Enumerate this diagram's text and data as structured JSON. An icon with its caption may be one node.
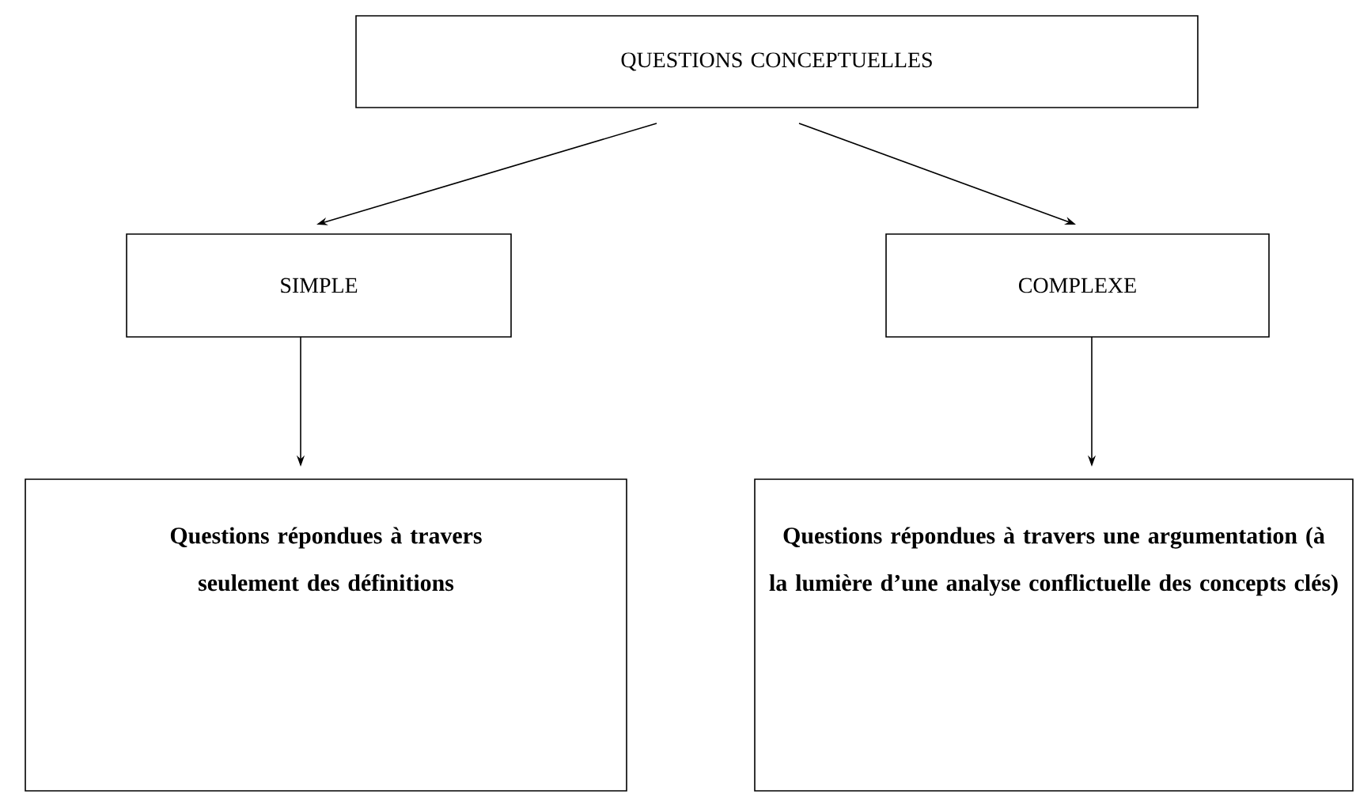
{
  "diagram": {
    "nodes": [
      {
        "text": [
          "QUESTIONS CONCEPTUELLES"
        ]
      },
      {
        "text": [
          "SIMPLE"
        ]
      },
      {
        "text": [
          "COMPLEXE"
        ]
      },
      {
        "text": [
          "Questions répondues à travers seulement des définitions"
        ]
      },
      {
        "text": [
          "Questions répondues à travers une argumentation (à la lumière d’une analyse conflictuelle des concepts clés)"
        ]
      }
    ],
    "edges": [
      {
        "from": 0,
        "to": 1,
        "arrow": "to"
      },
      {
        "from": 0,
        "to": 2,
        "arrow": "to"
      },
      {
        "from": 1,
        "to": 3,
        "arrow": "to"
      },
      {
        "from": 2,
        "to": 4,
        "arrow": "to"
      }
    ]
  }
}
